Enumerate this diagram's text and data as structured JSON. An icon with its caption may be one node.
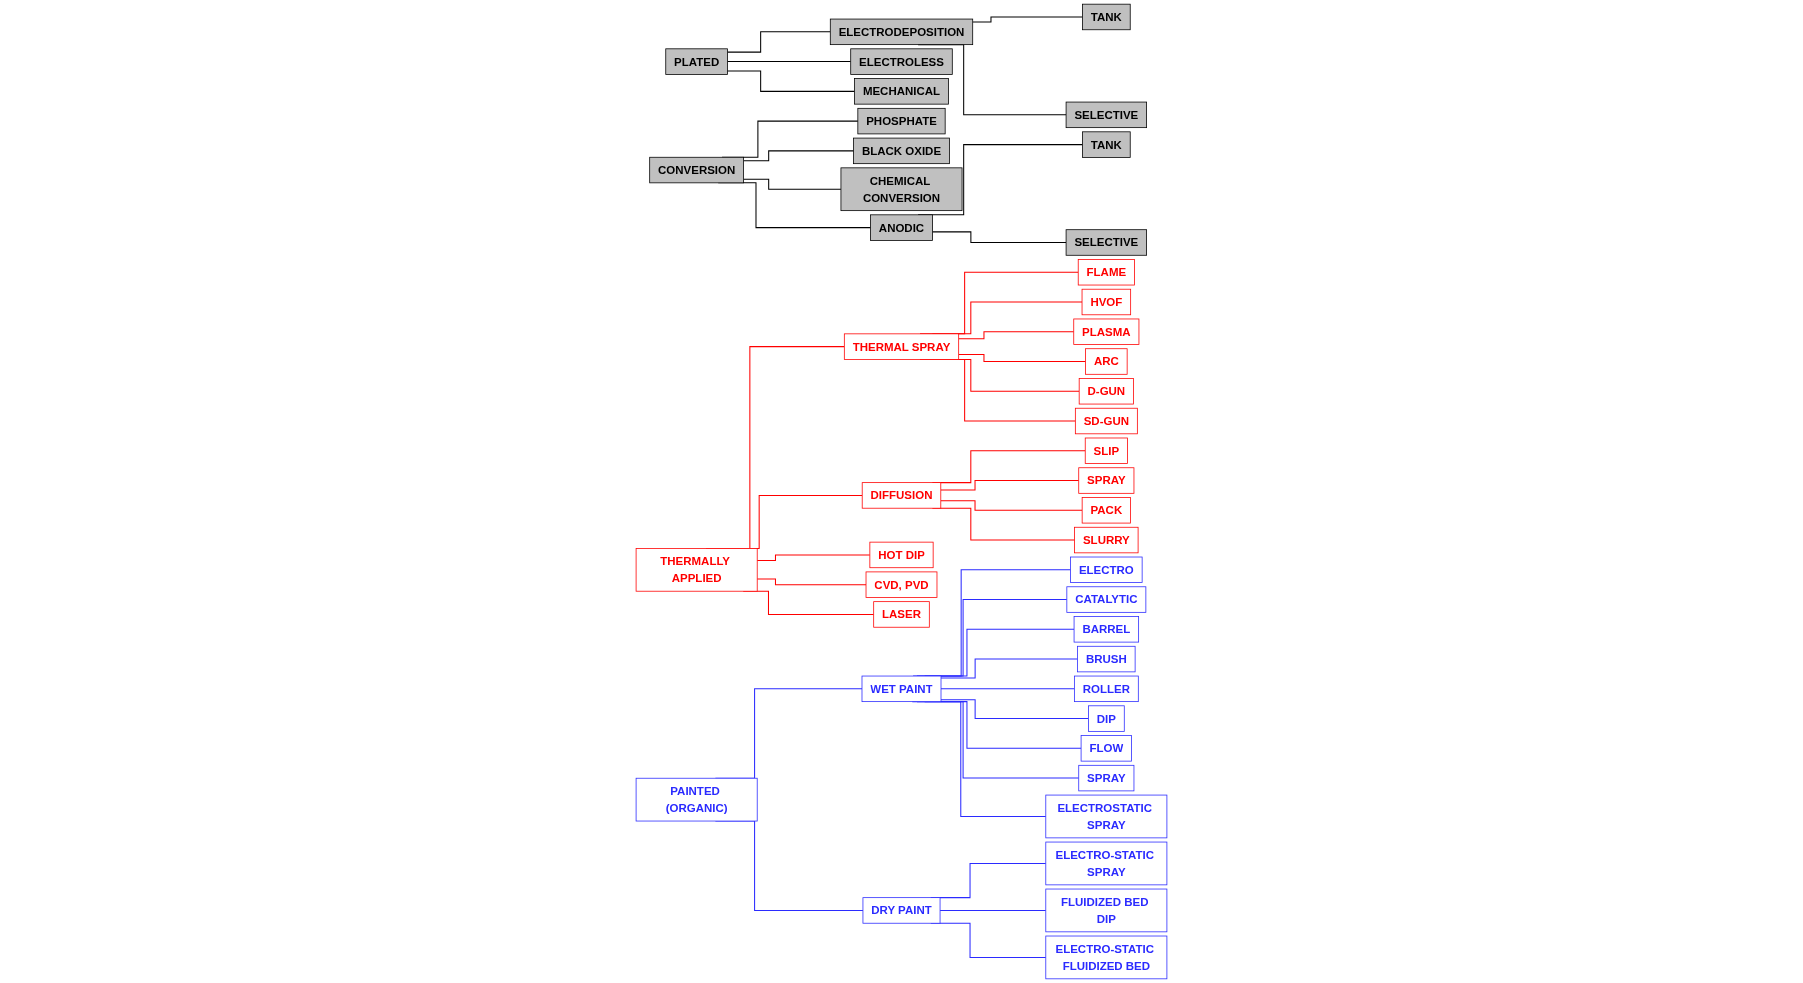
{
  "diagram": {
    "nodes": [
      {
        "text": [
          "PLATED"
        ]
      },
      {
        "text": [
          "ELECTRODEPOSITION"
        ]
      },
      {
        "text": [
          "TANK"
        ]
      },
      {
        "text": [
          "SELECTIVE"
        ]
      },
      {
        "text": [
          "ELECTROLESS"
        ]
      },
      {
        "text": [
          "MECHANICAL"
        ]
      },
      {
        "text": [
          "CONVERSION"
        ]
      },
      {
        "text": [
          "PHOSPHATE"
        ]
      },
      {
        "text": [
          "BLACK OXIDE"
        ]
      },
      {
        "text": [
          "CHEMICAL CONVERSION"
        ]
      },
      {
        "text": [
          "ANODIC"
        ]
      },
      {
        "text": [
          "TANK"
        ]
      },
      {
        "text": [
          "SELECTIVE"
        ]
      },
      {
        "text": [
          "THERMALLY APPLIED"
        ]
      },
      {
        "text": [
          "THERMAL SPRAY"
        ]
      },
      {
        "text": [
          "DIFFUSION"
        ]
      },
      {
        "text": [
          "HOT DIP"
        ]
      },
      {
        "text": [
          "CVD, PVD"
        ]
      },
      {
        "text": [
          "LASER"
        ]
      },
      {
        "text": [
          "SLIP"
        ]
      },
      {
        "text": [
          "SPRAY"
        ]
      },
      {
        "text": [
          "PACK"
        ]
      },
      {
        "text": [
          "SLURRY"
        ]
      },
      {
        "text": [
          "FLAME"
        ]
      },
      {
        "text": [
          "HVOF"
        ]
      },
      {
        "text": [
          "PLASMA"
        ]
      },
      {
        "text": [
          "ARC"
        ]
      },
      {
        "text": [
          "D-GUN"
        ]
      },
      {
        "text": [
          "SD-GUN"
        ]
      },
      {
        "text": [
          "PAINTED (ORGANIC)"
        ]
      },
      {
        "text": [
          "WET PAINT"
        ]
      },
      {
        "text": [
          "DRY PAINT"
        ]
      },
      {
        "text": [
          "ELECTRO"
        ]
      },
      {
        "text": [
          "CATALYTIC"
        ]
      },
      {
        "text": [
          "BARREL"
        ]
      },
      {
        "text": [
          "BRUSH"
        ]
      },
      {
        "text": [
          "ROLLER"
        ]
      },
      {
        "text": [
          "DIP"
        ]
      },
      {
        "text": [
          "FLOW"
        ]
      },
      {
        "text": [
          "SPRAY"
        ]
      },
      {
        "text": [
          "ELECTROSTATIC SPRAY"
        ]
      },
      {
        "text": [
          "ELECTRO-STATIC SPRAY"
        ]
      },
      {
        "text": [
          "FLUIDIZED BED DIP"
        ]
      },
      {
        "text": [
          "ELECTRO-STATIC FLUIDIZED BED"
        ]
      }
    ],
    "edges": [
      {
        "from": 0,
        "to": 1,
        "arrow": "none",
        "color": "#000000"
      },
      {
        "from": 1,
        "to": 2,
        "arrow": "none",
        "color": "#000000"
      },
      {
        "from": 1,
        "to": 3,
        "arrow": "none",
        "color": "#000000"
      },
      {
        "from": 0,
        "to": 4,
        "arrow": "none",
        "color": "#000000"
      },
      {
        "from": 0,
        "to": 5,
        "arrow": "none",
        "color": "#000000"
      },
      {
        "from": 6,
        "to": 7,
        "arrow": "none",
        "color": "#000000"
      },
      {
        "from": 6,
        "to": 8,
        "arrow": "none",
        "color": "#000000"
      },
      {
        "from": 6,
        "to": 9,
        "arrow": "none",
        "color": "#000000"
      },
      {
        "from": 6,
        "to": 10,
        "arrow": "none",
        "color": "#000000"
      },
      {
        "from": 10,
        "to": 11,
        "arrow": "none",
        "color": "#000000"
      },
      {
        "from": 10,
        "to": 12,
        "arrow": "none",
        "color": "#000000"
      },
      {
        "from": 13,
        "to": 14,
        "arrow": "none"
      },
      {
        "from": 13,
        "to": 15,
        "arrow": "none"
      },
      {
        "from": 13,
        "to": 16,
        "arrow": "none"
      },
      {
        "from": 13,
        "to": 17,
        "arrow": "none"
      },
      {
        "from": 13,
        "to": 18,
        "arrow": "none"
      },
      {
        "from": 15,
        "to": 19,
        "arrow": "none"
      },
      {
        "from": 15,
        "to": 20,
        "arrow": "none"
      },
      {
        "from": 15,
        "to": 21,
        "arrow": "none"
      },
      {
        "from": 15,
        "to": 22,
        "arrow": "none"
      },
      {
        "from": 14,
        "to": 23,
        "arrow": "none"
      },
      {
        "from": 14,
        "to": 24,
        "arrow": "none"
      },
      {
        "from": 14,
        "to": 25,
        "arrow": "none"
      },
      {
        "from": 14,
        "to": 26,
        "arrow": "none"
      },
      {
        "from": 14,
        "to": 27,
        "arrow": "none"
      },
      {
        "from": 14,
        "to": 28,
        "arrow": "none"
      },
      {
        "from": 29,
        "to": 30,
        "arrow": "none",
        "color": "#2b2bff"
      },
      {
        "from": 29,
        "to": 31,
        "arrow": "none",
        "color": "#2b2bff"
      },
      {
        "from": 30,
        "to": 32,
        "arrow": "none",
        "color": "#2b2bff"
      },
      {
        "from": 30,
        "to": 33,
        "arrow": "none",
        "color": "#2b2bff"
      },
      {
        "from": 30,
        "to": 34,
        "arrow": "none",
        "color": "#2b2bff"
      },
      {
        "from": 30,
        "to": 35,
        "arrow": "none",
        "color": "#2b2bff"
      },
      {
        "from": 30,
        "to": 36,
        "arrow": "none",
        "color": "#2b2bff"
      },
      {
        "from": 30,
        "to": 37,
        "arrow": "none",
        "color": "#2b2bff"
      },
      {
        "from": 30,
        "to": 38,
        "arrow": "none",
        "color": "#2b2bff"
      },
      {
        "from": 30,
        "to": 39,
        "arrow": "none",
        "color": "#2b2bff"
      },
      {
        "from": 30,
        "to": 40,
        "arrow": "none",
        "color": "#2b2bff"
      },
      {
        "from": 31,
        "to": 41,
        "arrow": "none",
        "color": "#2b2bff"
      },
      {
        "from": 31,
        "to": 42,
        "arrow": "none",
        "color": "#2b2bff"
      },
      {
        "from": 31,
        "to": 43,
        "arrow": "none",
        "color": "#2b2bff"
      }
    ]
  }
}
